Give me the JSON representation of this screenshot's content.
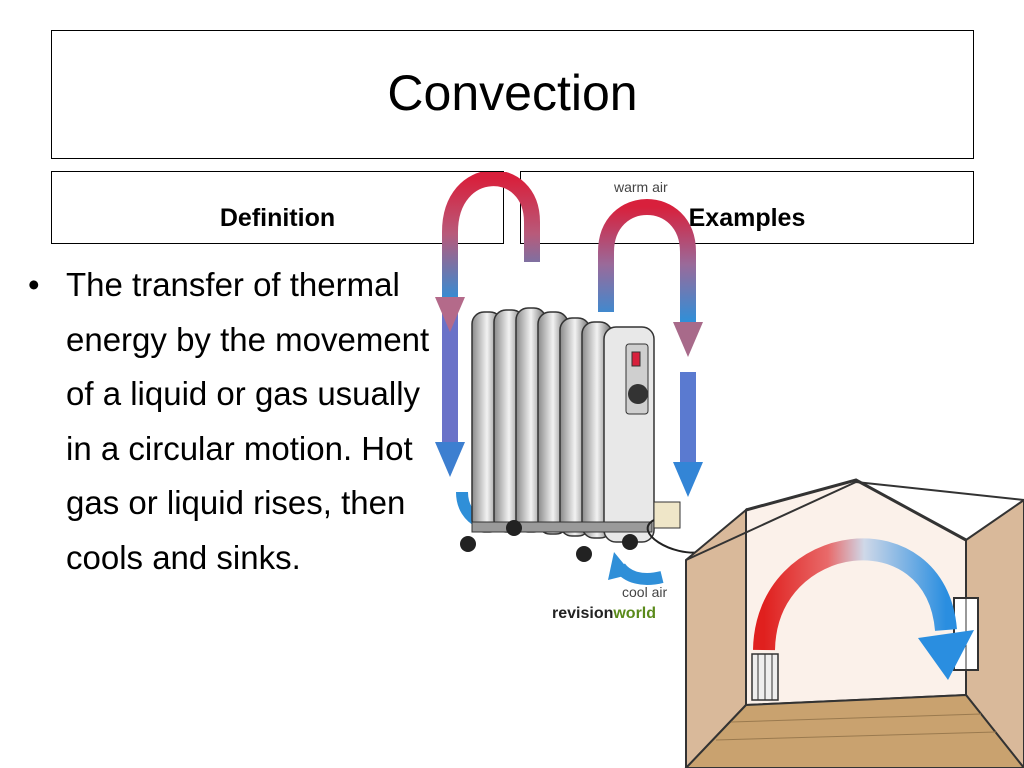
{
  "slide": {
    "title": "Convection",
    "definition_header": "Definition",
    "examples_header": "Examples",
    "bullet_symbol": "•",
    "bullet_text": "The transfer of thermal energy by the movement of a liquid or gas usually in a circular motion. Hot gas or liquid rises, then cools and sinks."
  },
  "radiator_image": {
    "warm_air_label": "warm air",
    "cool_air_label": "cool air",
    "logo_revision": "revision",
    "logo_world": "world"
  },
  "colors": {
    "warm": "#d8203c",
    "cool": "#2f8fd8",
    "frame": "#000000"
  }
}
